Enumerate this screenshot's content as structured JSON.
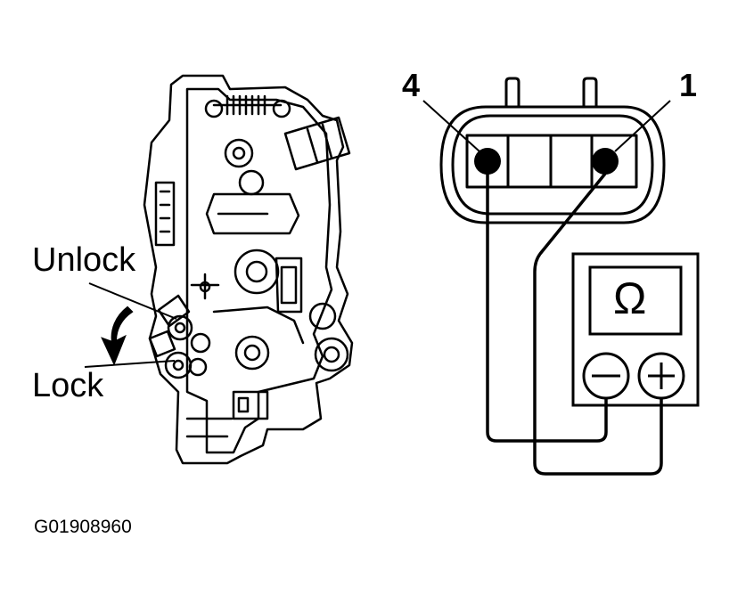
{
  "labels": {
    "unlock": "Unlock",
    "lock": "Lock",
    "pin_left": "4",
    "pin_right": "1",
    "figure_id": "G01908960"
  },
  "meter": {
    "unit_symbol": "Ω",
    "negative_terminal": "minus",
    "positive_terminal": "plus"
  },
  "icons": {
    "ohmmeter": "ohmmeter-icon",
    "connector": "connector-icon",
    "arrow": "arrow-down-icon",
    "lock_actuator": "door-lock-actuator-illustration"
  },
  "colors": {
    "ink": "#000000",
    "background": "#ffffff"
  }
}
